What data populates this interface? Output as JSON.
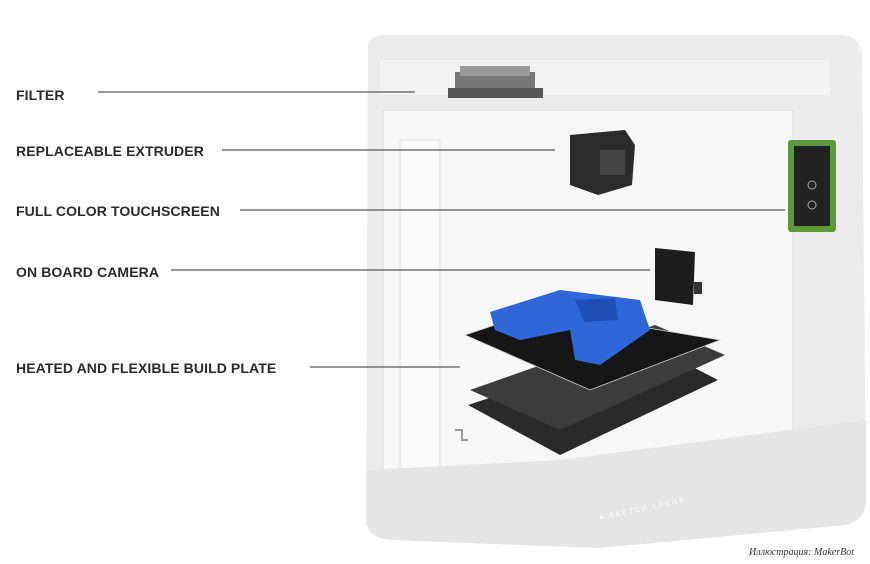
{
  "callouts": [
    {
      "label": "FILTER"
    },
    {
      "label": "REPLACEABLE EXTRUDER"
    },
    {
      "label": "FULL COLOR TOUCHSCREEN"
    },
    {
      "label": "ON BOARD CAMERA"
    },
    {
      "label": "HEATED AND FLEXIBLE BUILD PLATE"
    }
  ],
  "caption": "Иллюстрация: MakerBot",
  "printer_logo": "SKETCH LARGE",
  "colors": {
    "print_object": "#2f66d8",
    "touchscreen_frame": "#5e9a3a",
    "printer_body": "#e9e9e9",
    "callout_line": "#333333"
  }
}
